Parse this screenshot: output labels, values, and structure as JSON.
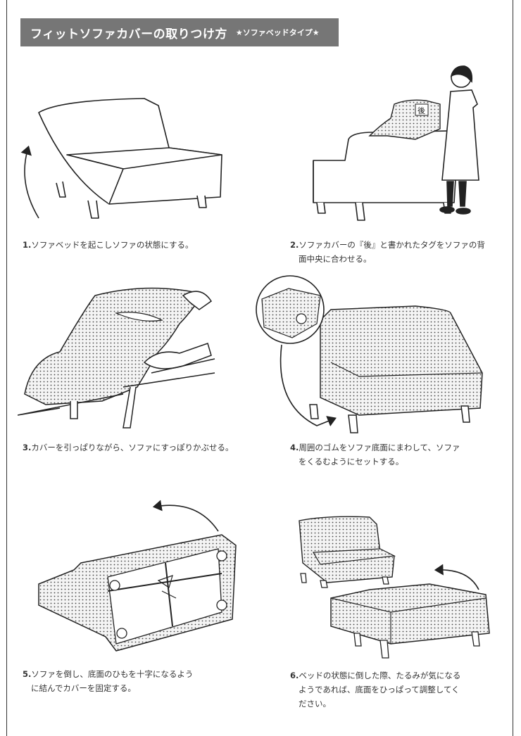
{
  "header": {
    "title": "フィットソファカバーの取りつけ方",
    "subtitle": "★ソファベッドタイプ★"
  },
  "steps": [
    {
      "num": "1.",
      "lines": [
        "ソファベッドを起こしソファの状態にする。"
      ]
    },
    {
      "num": "2.",
      "lines": [
        "ソファカバーの『後』と書かれたタグをソファの背",
        "面中央に合わせる。"
      ]
    },
    {
      "num": "3.",
      "lines": [
        "カバーを引っぱりながら、ソファにすっぽりかぶせる。"
      ]
    },
    {
      "num": "4.",
      "lines": [
        "周囲のゴムをソファ底面にまわして、ソファ",
        "をくるむようにセットする。"
      ]
    },
    {
      "num": "5.",
      "lines": [
        "ソファを倒し、底面のひもを十字になるよう",
        "に結んでカバーを固定する。"
      ]
    },
    {
      "num": "6.",
      "lines": [
        "ベッドの状態に倒した際、たるみが気になる",
        "ようであれば、底面をひっぱって調整してく",
        "ださい。"
      ]
    }
  ],
  "tag_label": "後",
  "colors": {
    "header_bg": "#767676",
    "header_text": "#ffffff",
    "line": "#222222",
    "frame": "#333333"
  }
}
